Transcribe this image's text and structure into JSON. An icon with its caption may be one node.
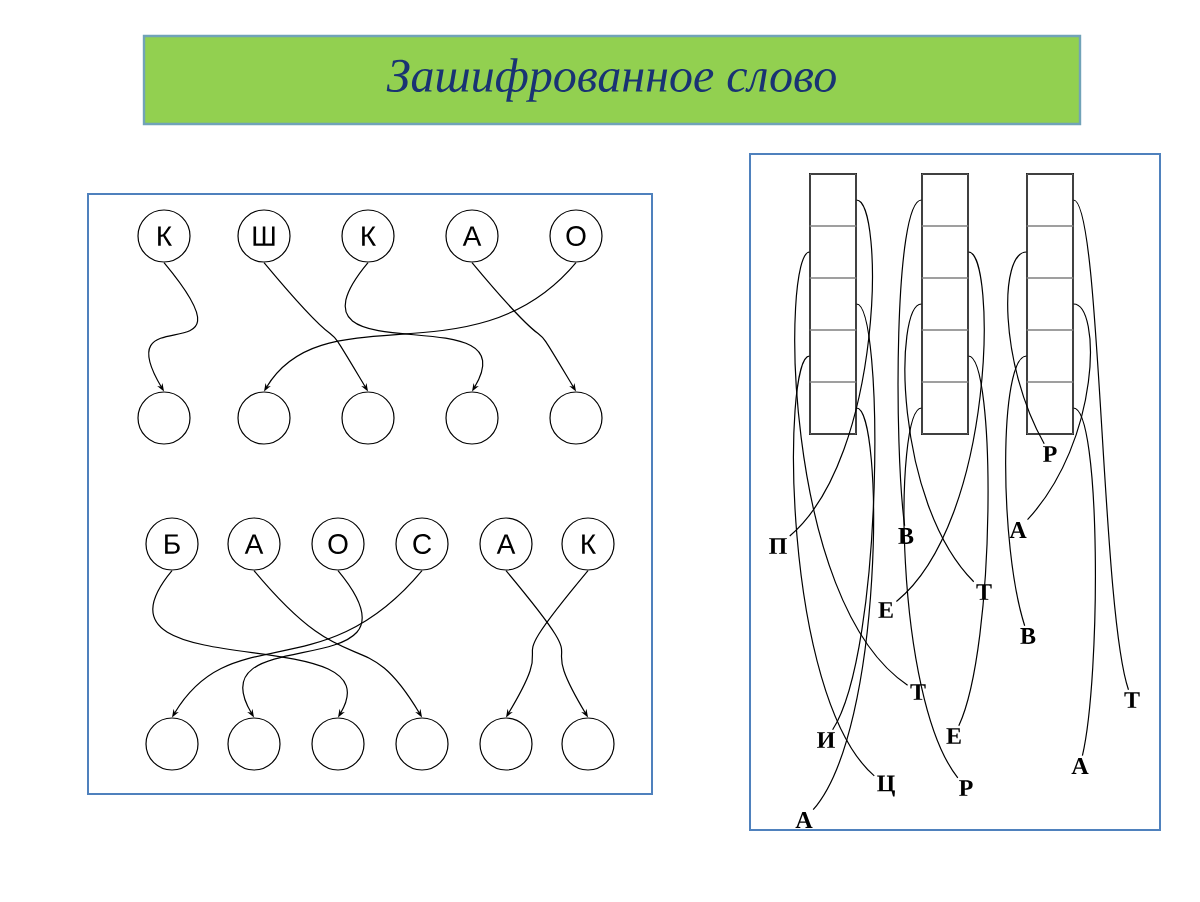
{
  "diagram": {
    "title": "Зашифрованное слово",
    "nodes": [
      {
        "text": [],
        "shape": "box"
      },
      {
        "text": [
          "К"
        ],
        "in": 0
      },
      {
        "text": [
          "Ш"
        ],
        "in": 0
      },
      {
        "text": [
          "К"
        ],
        "in": 0
      },
      {
        "text": [
          "А"
        ],
        "in": 0
      },
      {
        "text": [
          "О"
        ],
        "in": 0
      },
      {
        "text": [],
        "shape": "circle",
        "in": 0
      },
      {
        "text": [],
        "shape": "circle",
        "in": 0
      },
      {
        "text": [],
        "shape": "circle",
        "in": 0
      },
      {
        "text": [],
        "shape": "circle",
        "in": 0
      },
      {
        "text": [],
        "shape": "circle",
        "in": 0
      },
      {
        "text": [
          "Б"
        ],
        "in": 0
      },
      {
        "text": [
          "А"
        ],
        "in": 0
      },
      {
        "text": [
          "О"
        ],
        "in": 0
      },
      {
        "text": [
          "С"
        ],
        "in": 0
      },
      {
        "text": [
          "А"
        ],
        "in": 0
      },
      {
        "text": [
          "К"
        ],
        "in": 0
      },
      {
        "text": [],
        "shape": "circle",
        "in": 0
      },
      {
        "text": [],
        "shape": "circle",
        "in": 0
      },
      {
        "text": [],
        "shape": "circle",
        "in": 0
      },
      {
        "text": [],
        "shape": "circle",
        "in": 0
      },
      {
        "text": [],
        "shape": "circle",
        "in": 0
      },
      {
        "text": [],
        "shape": "circle",
        "in": 0
      },
      {
        "text": [],
        "shape": "box"
      },
      {
        "text": [],
        "shape": "bar",
        "in": 23
      },
      {
        "text": [],
        "shape": "bar",
        "in": 23
      },
      {
        "text": [],
        "shape": "bar",
        "in": 23
      },
      {
        "text": [],
        "shape": "box",
        "in": 24
      },
      {
        "text": [],
        "shape": "box",
        "in": 24
      },
      {
        "text": [],
        "shape": "box",
        "in": 24
      },
      {
        "text": [],
        "shape": "box",
        "in": 24
      },
      {
        "text": [],
        "shape": "box",
        "in": 24
      },
      {
        "text": [],
        "shape": "box",
        "in": 25
      },
      {
        "text": [],
        "shape": "box",
        "in": 25
      },
      {
        "text": [],
        "shape": "box",
        "in": 25
      },
      {
        "text": [],
        "shape": "box",
        "in": 25
      },
      {
        "text": [],
        "shape": "box",
        "in": 25
      },
      {
        "text": [],
        "shape": "box",
        "in": 26
      },
      {
        "text": [],
        "shape": "box",
        "in": 26
      },
      {
        "text": [],
        "shape": "box",
        "in": 26
      },
      {
        "text": [],
        "shape": "box",
        "in": 26
      },
      {
        "text": [],
        "shape": "box",
        "in": 26
      },
      {
        "text": [
          "Р"
        ],
        "in": 23
      },
      {
        "text": [
          "П"
        ],
        "in": 23
      },
      {
        "text": [
          "В"
        ],
        "in": 23
      },
      {
        "text": [
          "А"
        ],
        "in": 23
      },
      {
        "text": [
          "Е"
        ],
        "in": 23
      },
      {
        "text": [
          "Т"
        ],
        "in": 23
      },
      {
        "text": [
          "В"
        ],
        "in": 23
      },
      {
        "text": [
          "Т"
        ],
        "in": 23
      },
      {
        "text": [
          "Т"
        ],
        "in": 23
      },
      {
        "text": [
          "И"
        ],
        "in": 23
      },
      {
        "text": [
          "Е"
        ],
        "in": 23
      },
      {
        "text": [
          "Ц"
        ],
        "in": 23
      },
      {
        "text": [
          "Р"
        ],
        "in": 23
      },
      {
        "text": [
          "А"
        ],
        "in": 23
      },
      {
        "text": [
          "А"
        ],
        "in": 23
      }
    ],
    "edges": [
      {
        "from": 1,
        "to": 6,
        "arrow": "to"
      },
      {
        "from": 5,
        "to": 7,
        "arrow": "to"
      },
      {
        "from": 2,
        "to": 8,
        "arrow": "to"
      },
      {
        "from": 3,
        "to": 9,
        "arrow": "to"
      },
      {
        "from": 4,
        "to": 10,
        "arrow": "to"
      },
      {
        "from": 14,
        "to": 17,
        "arrow": "to"
      },
      {
        "from": 13,
        "to": 18,
        "arrow": "to"
      },
      {
        "from": 11,
        "to": 19,
        "arrow": "to"
      },
      {
        "from": 12,
        "to": 20,
        "arrow": "to"
      },
      {
        "from": 16,
        "to": 21,
        "arrow": "to"
      },
      {
        "from": 15,
        "to": 22,
        "arrow": "to"
      },
      {
        "from": 43,
        "to": 27,
        "arrow": "none"
      },
      {
        "from": 49,
        "to": 28,
        "arrow": "none"
      },
      {
        "from": 51,
        "to": 29,
        "arrow": "none"
      },
      {
        "from": 53,
        "to": 30,
        "arrow": "none"
      },
      {
        "from": 56,
        "to": 31,
        "arrow": "none"
      },
      {
        "from": 44,
        "to": 32,
        "arrow": "none"
      },
      {
        "from": 46,
        "to": 33,
        "arrow": "none"
      },
      {
        "from": 47,
        "to": 34,
        "arrow": "none"
      },
      {
        "from": 52,
        "to": 35,
        "arrow": "none"
      },
      {
        "from": 54,
        "to": 36,
        "arrow": "none"
      },
      {
        "from": 50,
        "to": 37,
        "arrow": "none"
      },
      {
        "from": 42,
        "to": 38,
        "arrow": "none"
      },
      {
        "from": 45,
        "to": 39,
        "arrow": "none"
      },
      {
        "from": 48,
        "to": 40,
        "arrow": "none"
      },
      {
        "from": 55,
        "to": 41,
        "arrow": "none"
      }
    ]
  }
}
